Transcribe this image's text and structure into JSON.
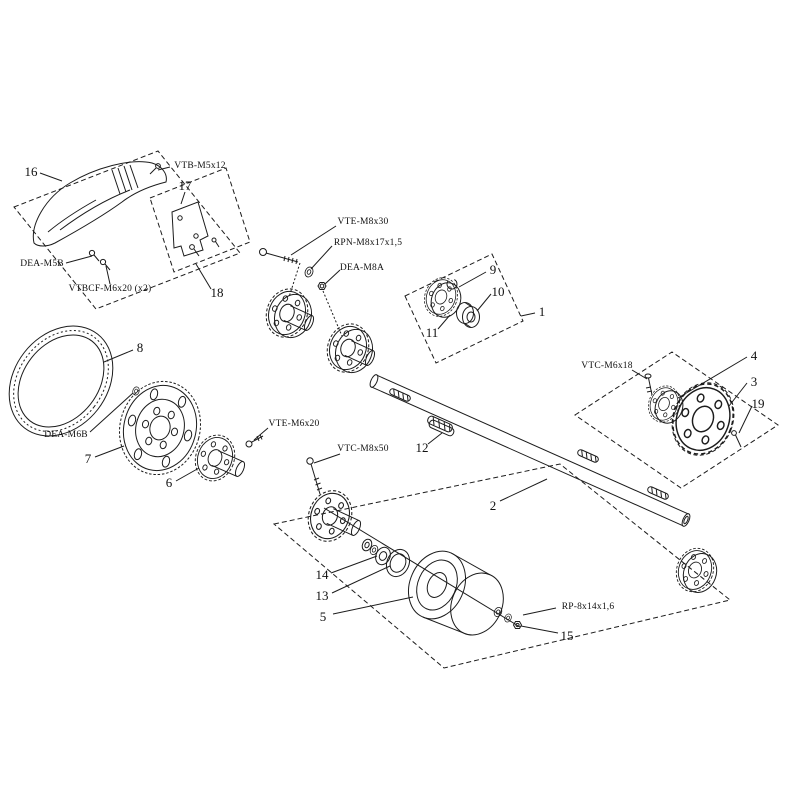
{
  "figure": {
    "kind": "exploded-parts-diagram",
    "subject": "rear axle assembly with chain, sprocket, hubs and chain guard",
    "background": "#ffffff",
    "line_color": "#1c1c1c"
  },
  "callouts": {
    "n1": "1",
    "n2": "2",
    "n3": "3",
    "n4": "4",
    "n5": "5",
    "n6": "6",
    "n7": "7",
    "n8": "8",
    "n9": "9",
    "n10": "10",
    "n11": "11",
    "n12": "12",
    "n13": "13",
    "n14": "14",
    "n15": "15",
    "n16": "16",
    "n17": "17",
    "n18": "18",
    "n19": "19"
  },
  "part_codes": {
    "vtb_m5x12": "VTB-M5x12",
    "dea_m5b": "DEA-M5B",
    "vtbcf_m6x20": "VTBCF-M6x20 (x2)",
    "vte_m8x30": "VTE-M8x30",
    "rpn_m8x17x15": "RPN-M8x17x1,5",
    "dea_m8a": "DEA-M8A",
    "vtc_m6x18": "VTC-M6x18",
    "vte_m6x20": "VTE-M6x20",
    "vtc_m8x50": "VTC-M8x50",
    "dea_m6b": "DEA-M6B",
    "rp_8x14x16": "RP-8x14x1,6"
  }
}
